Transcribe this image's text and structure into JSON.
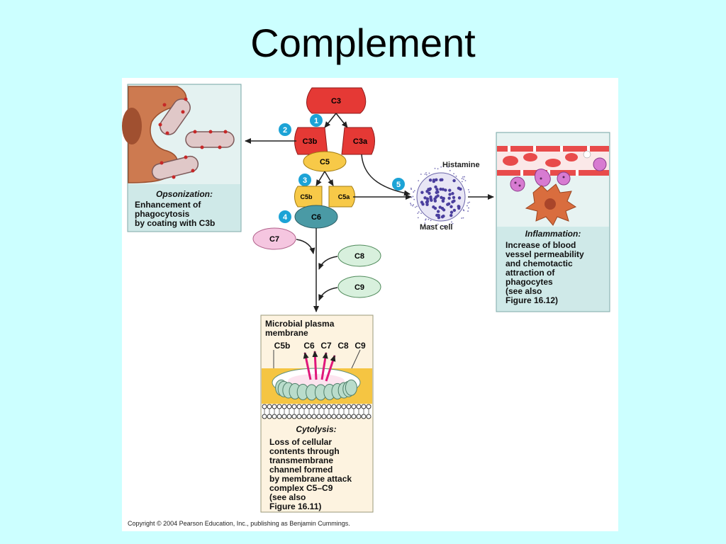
{
  "slide": {
    "title": "Complement"
  },
  "figure": {
    "proteins": {
      "c3": "C3",
      "c3b": "C3b",
      "c3a": "C3a",
      "c5": "C5",
      "c5b": "C5b",
      "c5a": "C5a",
      "c6": "C6",
      "c7": "C7",
      "c8": "C8",
      "c9": "C9"
    },
    "steps": [
      "1",
      "2",
      "3",
      "4",
      "5"
    ],
    "mast_cell": {
      "histamine_label": "Histamine",
      "cell_label": "Mast cell"
    },
    "opsonization": {
      "heading": "Opsonization:",
      "lines": [
        "Enhancement of",
        "phagocytosis",
        "by coating with C3b"
      ]
    },
    "inflammation": {
      "heading": "Inflammation:",
      "lines": [
        "Increase of blood",
        "vessel permeability",
        "and chemotactic",
        "attraction of",
        "phagocytes",
        "(see also",
        "Figure 16.12)"
      ]
    },
    "cytolysis": {
      "membrane_lines": [
        "Microbial plasma",
        "membrane"
      ],
      "complex_labels": [
        "C5b",
        "C6",
        "C7",
        "C8",
        "C9"
      ],
      "heading": "Cytolysis:",
      "lines": [
        "Loss of cellular",
        "contents through",
        "transmembrane",
        "channel formed",
        "by membrane attack",
        "complex C5–C9",
        "(see also",
        "Figure 16.11)"
      ]
    },
    "copyright": "Copyright © 2004 Pearson Education, Inc., publishing as Benjamin Cummings."
  },
  "colors": {
    "background": "#ccffff",
    "c3_red": "#e53935",
    "c5_yellow": "#f7c948",
    "c6_teal": "#4a9aa5",
    "c7_pink": "#f5c6e0",
    "c8_c9_green": "#d8f0dd",
    "step_blue": "#1ca3d6",
    "panel_teal": "#cfe9e8"
  }
}
